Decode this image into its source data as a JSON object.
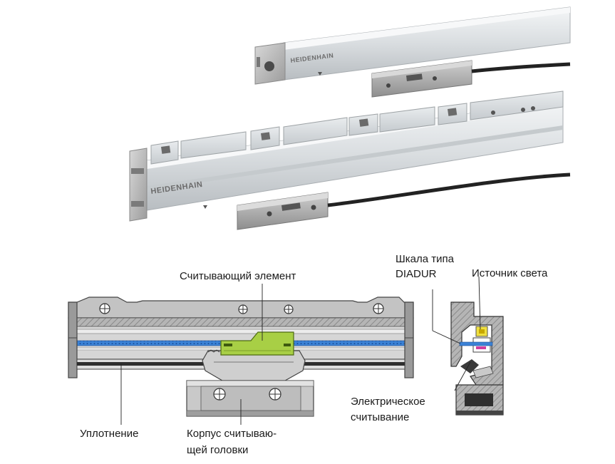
{
  "brand": "HEIDENHAIN",
  "labels": {
    "reading_element": "Считывающий элемент",
    "scale_line1": "Шкала типа",
    "scale_line2": "DIADUR",
    "light_source": "Источник света",
    "electrical_line1": "Электрическое",
    "electrical_line2": "считывание",
    "seal": "Уплотнение",
    "head_housing_line1": "Корпус считываю-",
    "head_housing_line2": "щей головки"
  },
  "colors": {
    "reading_element": "#a8cf45",
    "scale_stripe": "#3b82d6",
    "light_source": "#f0e040",
    "housing_gray": "#b9b9b9",
    "dark_gray": "#6a6a6a"
  }
}
